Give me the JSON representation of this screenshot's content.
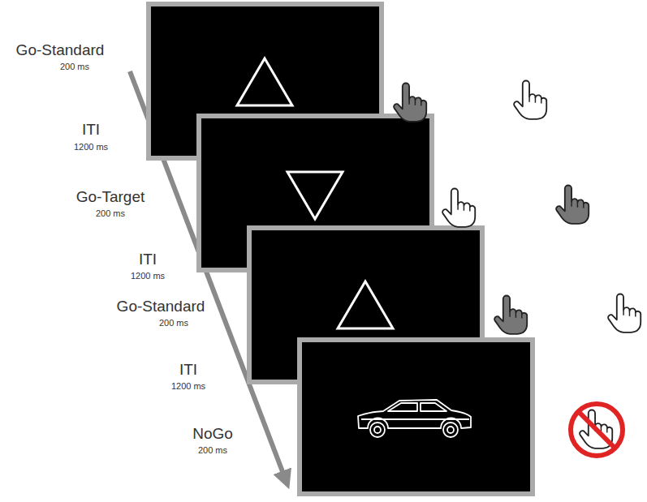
{
  "diagram": {
    "labels": [
      "Go-Standard",
      "200 ms",
      "ITI",
      "1200 ms",
      "Go-Target",
      "200 ms",
      "ITI",
      "1200 ms",
      "Go-Standard",
      "200 ms",
      "ITI",
      "1200 ms",
      "NoGo",
      "200 ms"
    ]
  }
}
